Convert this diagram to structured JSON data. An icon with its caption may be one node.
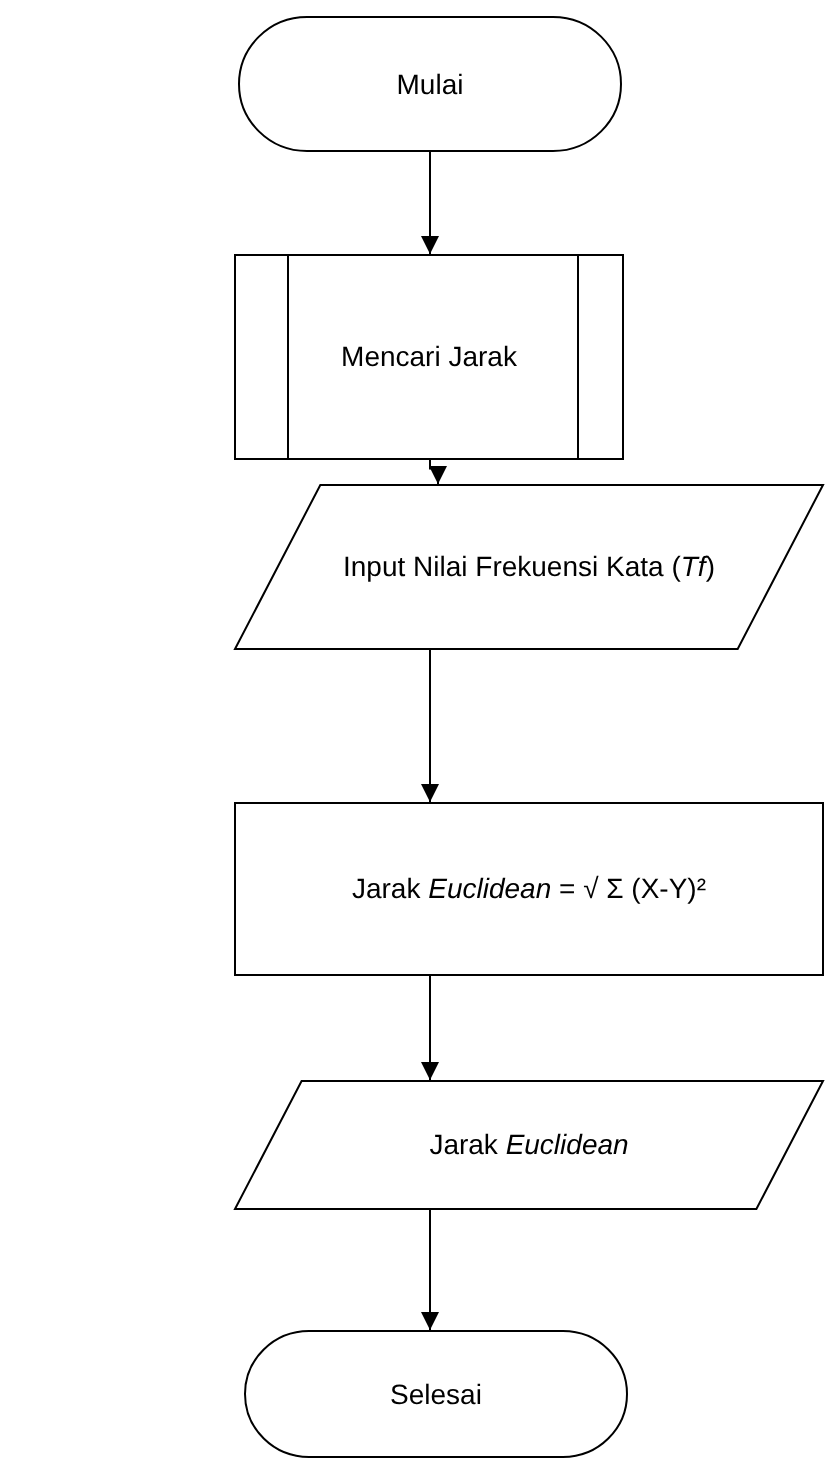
{
  "diagram": {
    "nodes": [
      {
        "text": [
          "Mulai"
        ]
      },
      {
        "text": [
          "Mencari Jarak"
        ]
      },
      {
        "text": [
          "Input Nilai Frekuensi Kata (*Tf*)"
        ]
      },
      {
        "text": [
          "Jarak *Euclidean* = √ Σ (X-Y)²"
        ]
      },
      {
        "text": [
          "Jarak *Euclidean*"
        ]
      },
      {
        "text": [
          "Selesai"
        ]
      }
    ],
    "edges": [
      {
        "from": 0,
        "to": 1,
        "arrow": "to"
      },
      {
        "from": 1,
        "to": 2,
        "arrow": "to"
      },
      {
        "from": 2,
        "to": 3,
        "arrow": "to"
      },
      {
        "from": 3,
        "to": 4,
        "arrow": "to"
      },
      {
        "from": 4,
        "to": 5,
        "arrow": "to"
      }
    ]
  }
}
